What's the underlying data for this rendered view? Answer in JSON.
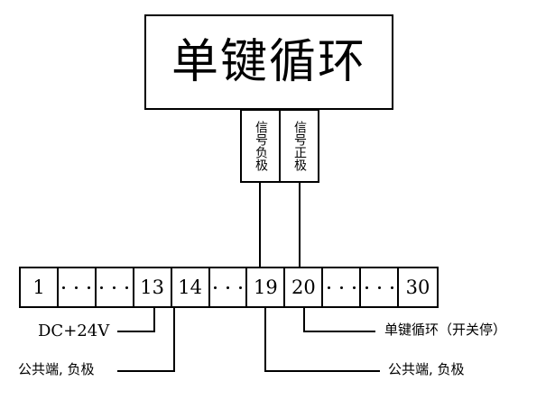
{
  "diagram": {
    "title": "单键循环",
    "device": {
      "label": "单键循环"
    },
    "signal_terminals": [
      {
        "name": "signal-negative",
        "label": "信号负极",
        "connects_to_terminal": "19"
      },
      {
        "name": "signal-positive",
        "label": "信号正极",
        "connects_to_terminal": "20"
      }
    ],
    "terminal_strip": {
      "cells": [
        {
          "type": "number",
          "label": "1"
        },
        {
          "type": "dots",
          "label": ""
        },
        {
          "type": "dots",
          "label": ""
        },
        {
          "type": "number",
          "label": "13"
        },
        {
          "type": "number",
          "label": "14"
        },
        {
          "type": "dots",
          "label": ""
        },
        {
          "type": "number",
          "label": "19"
        },
        {
          "type": "number",
          "label": "20"
        },
        {
          "type": "dots",
          "label": ""
        },
        {
          "type": "dots",
          "label": ""
        },
        {
          "type": "number",
          "label": "30"
        }
      ]
    },
    "annotations": {
      "left_top": "DC+24V",
      "left_bottom": "公共端, 负极",
      "right_top": "单键循环（开关停）",
      "right_bottom": "公共端, 负极"
    }
  }
}
